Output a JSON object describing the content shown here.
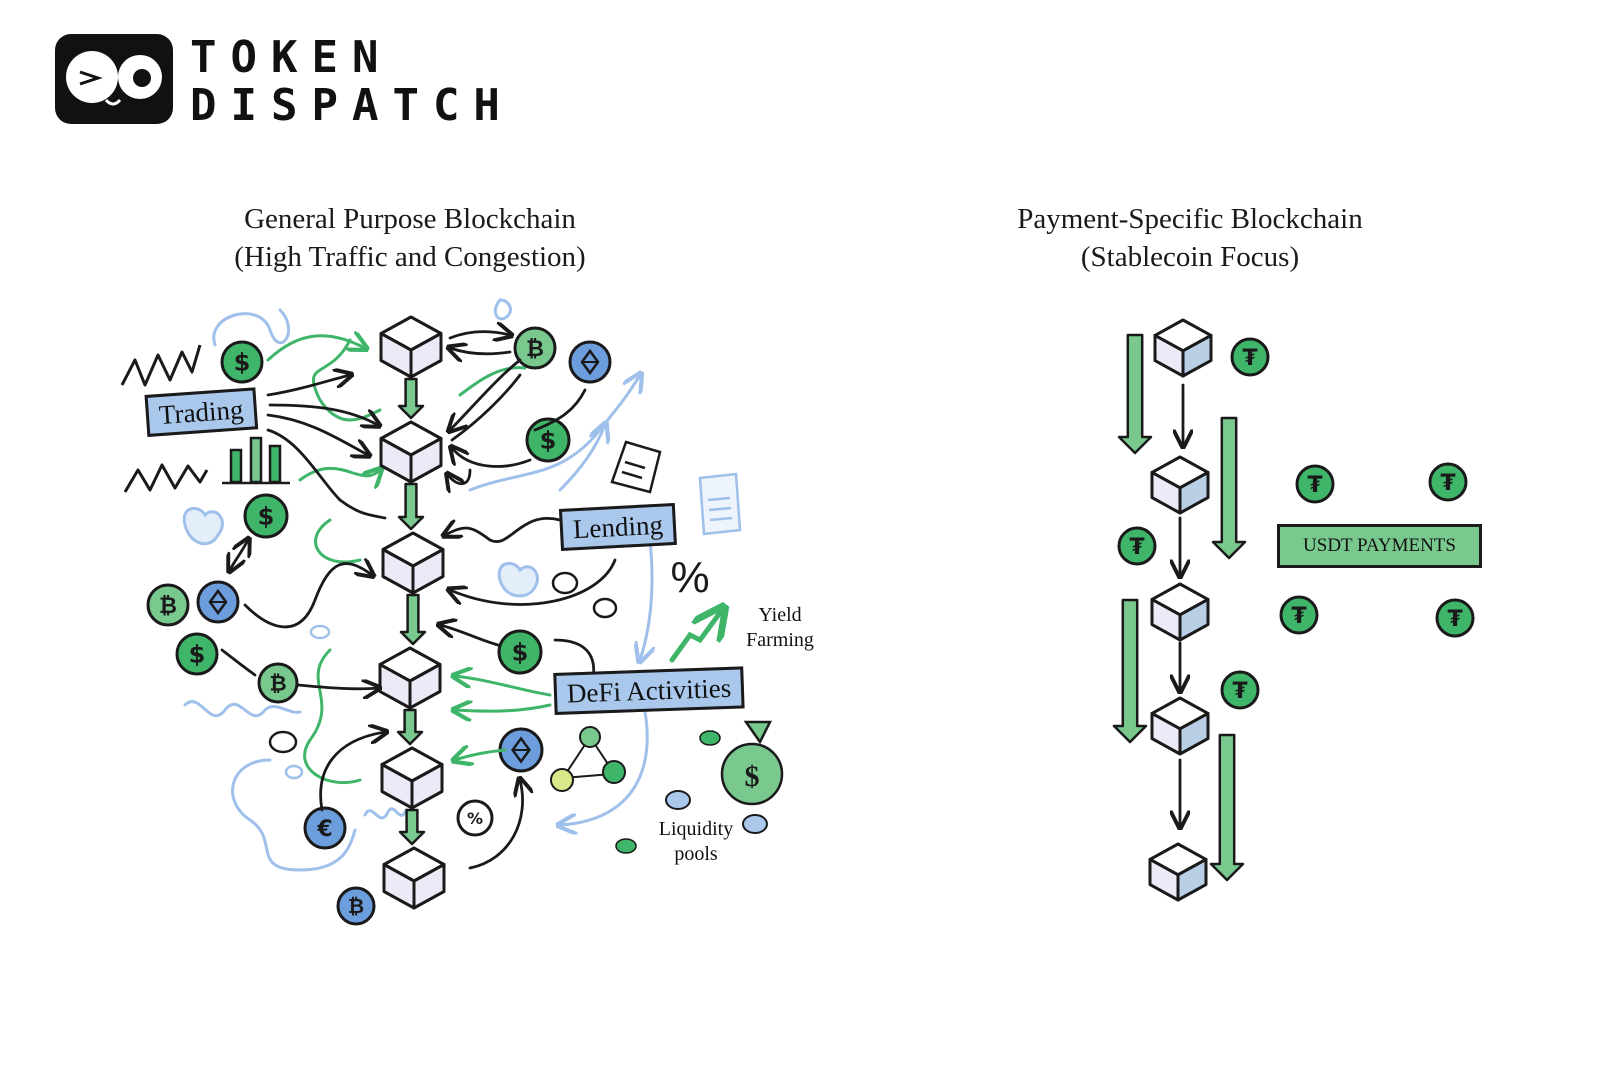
{
  "brand": {
    "line1": "TOKEN",
    "line2": "DISPATCH",
    "logo_icon": "winking-glasses-face-icon"
  },
  "left_panel": {
    "title_line1": "General Purpose Blockchain",
    "title_line2": "(High Traffic and Congestion)",
    "labels": {
      "trading": "Trading",
      "lending": "Lending",
      "defi": "DeFi Activities"
    },
    "notes": {
      "yield_line1": "Yield",
      "yield_line2": "Farming",
      "liquidity_line1": "Liquidity",
      "liquidity_line2": "pools"
    },
    "percent_symbol": "%",
    "coin_glyphs": {
      "dollar": "$",
      "bitcoin": "₿",
      "euro": "€",
      "percent": "%"
    }
  },
  "right_panel": {
    "title_line1": "Payment-Specific Blockchain",
    "title_line2": "(Stablecoin Focus)",
    "label": "USDT PAYMENTS",
    "tether_glyph": "₮"
  },
  "colors": {
    "ink": "#1a1a1a",
    "green": "#3fb56a",
    "green_light": "#79c98f",
    "blue": "#6c9ddc",
    "blue_light": "#a9c8ec",
    "cube_face_left": "#eceaf6",
    "cube_face_right": "#b9cfe6"
  }
}
